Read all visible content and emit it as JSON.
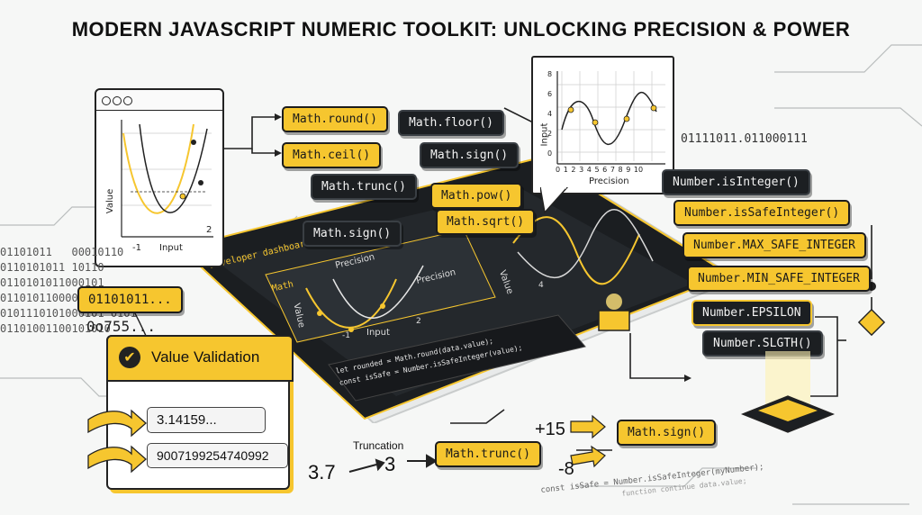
{
  "title": "MODERN JAVASCRIPT NUMERIC TOOLKIT: UNLOCKING PRECISION & POWER",
  "math_chips": {
    "round": "Math.round()",
    "ceil": "Math.ceil()",
    "trunc": "Math.trunc()",
    "floor": "Math.floor()",
    "sign_top": "Math.sign()",
    "sign_left": "Math.sign()",
    "pow": "Math.pow()",
    "sqrt": "Math.sqrt()"
  },
  "number_chips": {
    "is_integer": "Number.isInteger()",
    "is_safe_integer": "Number.isSafeInteger()",
    "max_safe": "Number.MAX_SAFE_INTEGER",
    "min_safe": "Number.MIN_SAFE_INTEGER",
    "epsilon": "Number.EPSILON",
    "slgth": "Number.SLGTH()"
  },
  "left_graph": {
    "ylabel": "Value",
    "xlabel": "Input",
    "tick_neg": "-1",
    "tick_pos": "2"
  },
  "top_graph": {
    "ylabel": "Input",
    "xlabel": "Precision",
    "y_ticks": [
      "8",
      "6",
      "4",
      "2",
      "0"
    ],
    "x_ticks": [
      "0",
      "1",
      "2",
      "3",
      "4",
      "5",
      "6",
      "7",
      "8",
      "9",
      "10"
    ]
  },
  "binary": {
    "top_right": "01111011.011000111",
    "left_block": "01101011   00010110\n0110101011 10110\n0110101011000101\n01101011000010 1010\n0101110101000101 0101\n01101001100101010",
    "chip": "01101011...",
    "octal": "0o755..."
  },
  "dashboard": {
    "tab": "Developer dashboard",
    "panel_ylabel": "Value",
    "panel_xlabel": "Input",
    "panel_legend": "Math",
    "panel_precision_a": "Precision",
    "panel_precision_b": "Precision",
    "panel_tick_neg": "-1",
    "panel_tick_pos": "2",
    "wave_ylabel": "Value",
    "wave_tick": "4",
    "code_1": "let rounded = Math.round(data.value);",
    "code_2": "const isSafe = Number.isSafeInteger(value);"
  },
  "validation": {
    "title": "Value Validation",
    "field_1": "3.14159...",
    "field_2": "9007199254740992"
  },
  "truncation": {
    "label": "Truncation",
    "input": "3.7",
    "output": "3",
    "chip": "Math.trunc()"
  },
  "sign": {
    "pos": "+15",
    "neg": "-8",
    "chip": "Math.sign()"
  },
  "bottom_code": {
    "line_1": "const isSafe = Number.isSafeInteger(myNumber);",
    "line_2": "function continue data.value;"
  },
  "colors": {
    "accent": "#f6c62f",
    "dark": "#1c1f22",
    "line": "#222222"
  }
}
